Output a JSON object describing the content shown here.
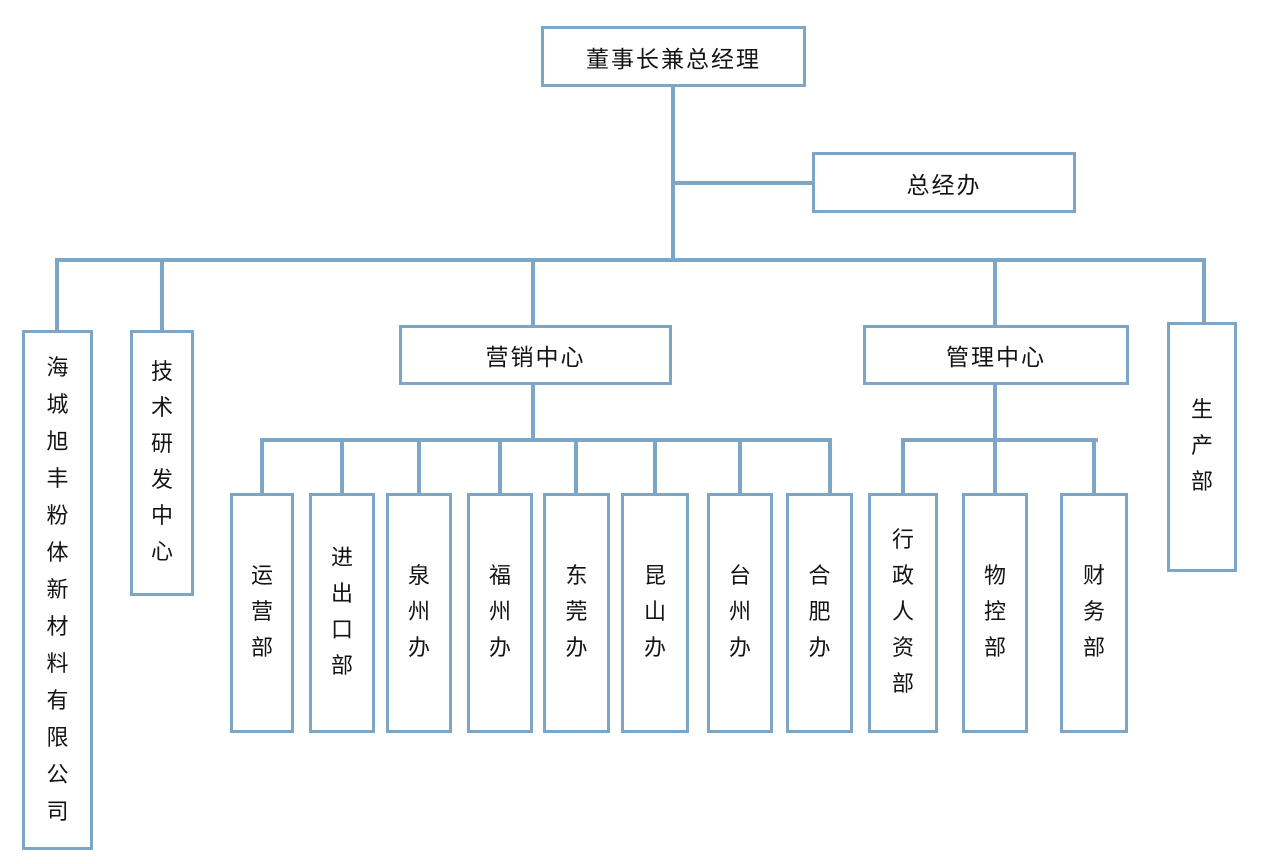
{
  "diagram": {
    "type": "org-chart",
    "root": {
      "label": "董事长兼总经理"
    },
    "staff_office": {
      "label": "总经办"
    },
    "level2": {
      "company": {
        "label": "海城旭丰粉体新材料有限公司"
      },
      "tech_center": {
        "label": "技术研发中心"
      },
      "marketing_center": {
        "label": "营销中心"
      },
      "management_center": {
        "label": "管理中心"
      },
      "production_dept": {
        "label": "生产部"
      }
    },
    "marketing_children": [
      {
        "label": "运营部"
      },
      {
        "label": "进出口部"
      },
      {
        "label": "泉州办"
      },
      {
        "label": "福州办"
      },
      {
        "label": "东莞办"
      },
      {
        "label": "昆山办"
      },
      {
        "label": "台州办"
      },
      {
        "label": "合肥办"
      }
    ],
    "management_children": [
      {
        "label": "行政人资部"
      },
      {
        "label": "物控部"
      },
      {
        "label": "财务部"
      }
    ]
  },
  "colors": {
    "line": "#7CA5C6",
    "text": "#141414",
    "background": "#FFFFFF"
  }
}
